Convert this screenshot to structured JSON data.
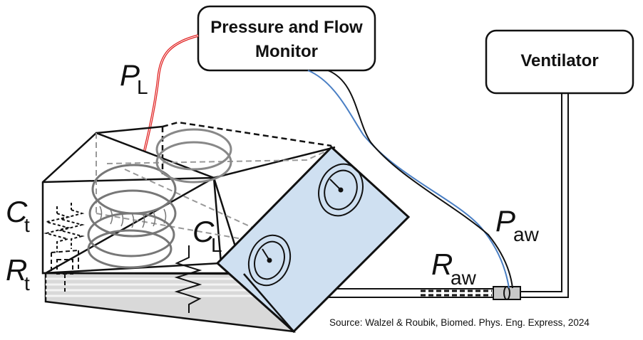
{
  "labels": {
    "monitor_line1": "Pressure and Flow",
    "monitor_line2": "Monitor",
    "ventilator": "Ventilator",
    "pl_symbol": "P",
    "pl_sub": "L",
    "ct_symbol": "C",
    "ct_sub": "t",
    "rt_symbol": "R",
    "rt_sub": "t",
    "cl_symbol": "C",
    "cl_sub": "L",
    "paw_symbol": "P",
    "paw_sub": "aw",
    "raw_symbol": "R",
    "raw_sub": "aw",
    "source": "Source: Walzel & Roubik, Biomed. Phys. Eng. Express, 2024"
  },
  "colors": {
    "line": "#111111",
    "pressure_tube_lung": "#e02020",
    "pressure_tube_airway": "#4a7fc4",
    "front_panel_fill": "#cfe0f1",
    "platform_fill": "#d9d9d9"
  }
}
